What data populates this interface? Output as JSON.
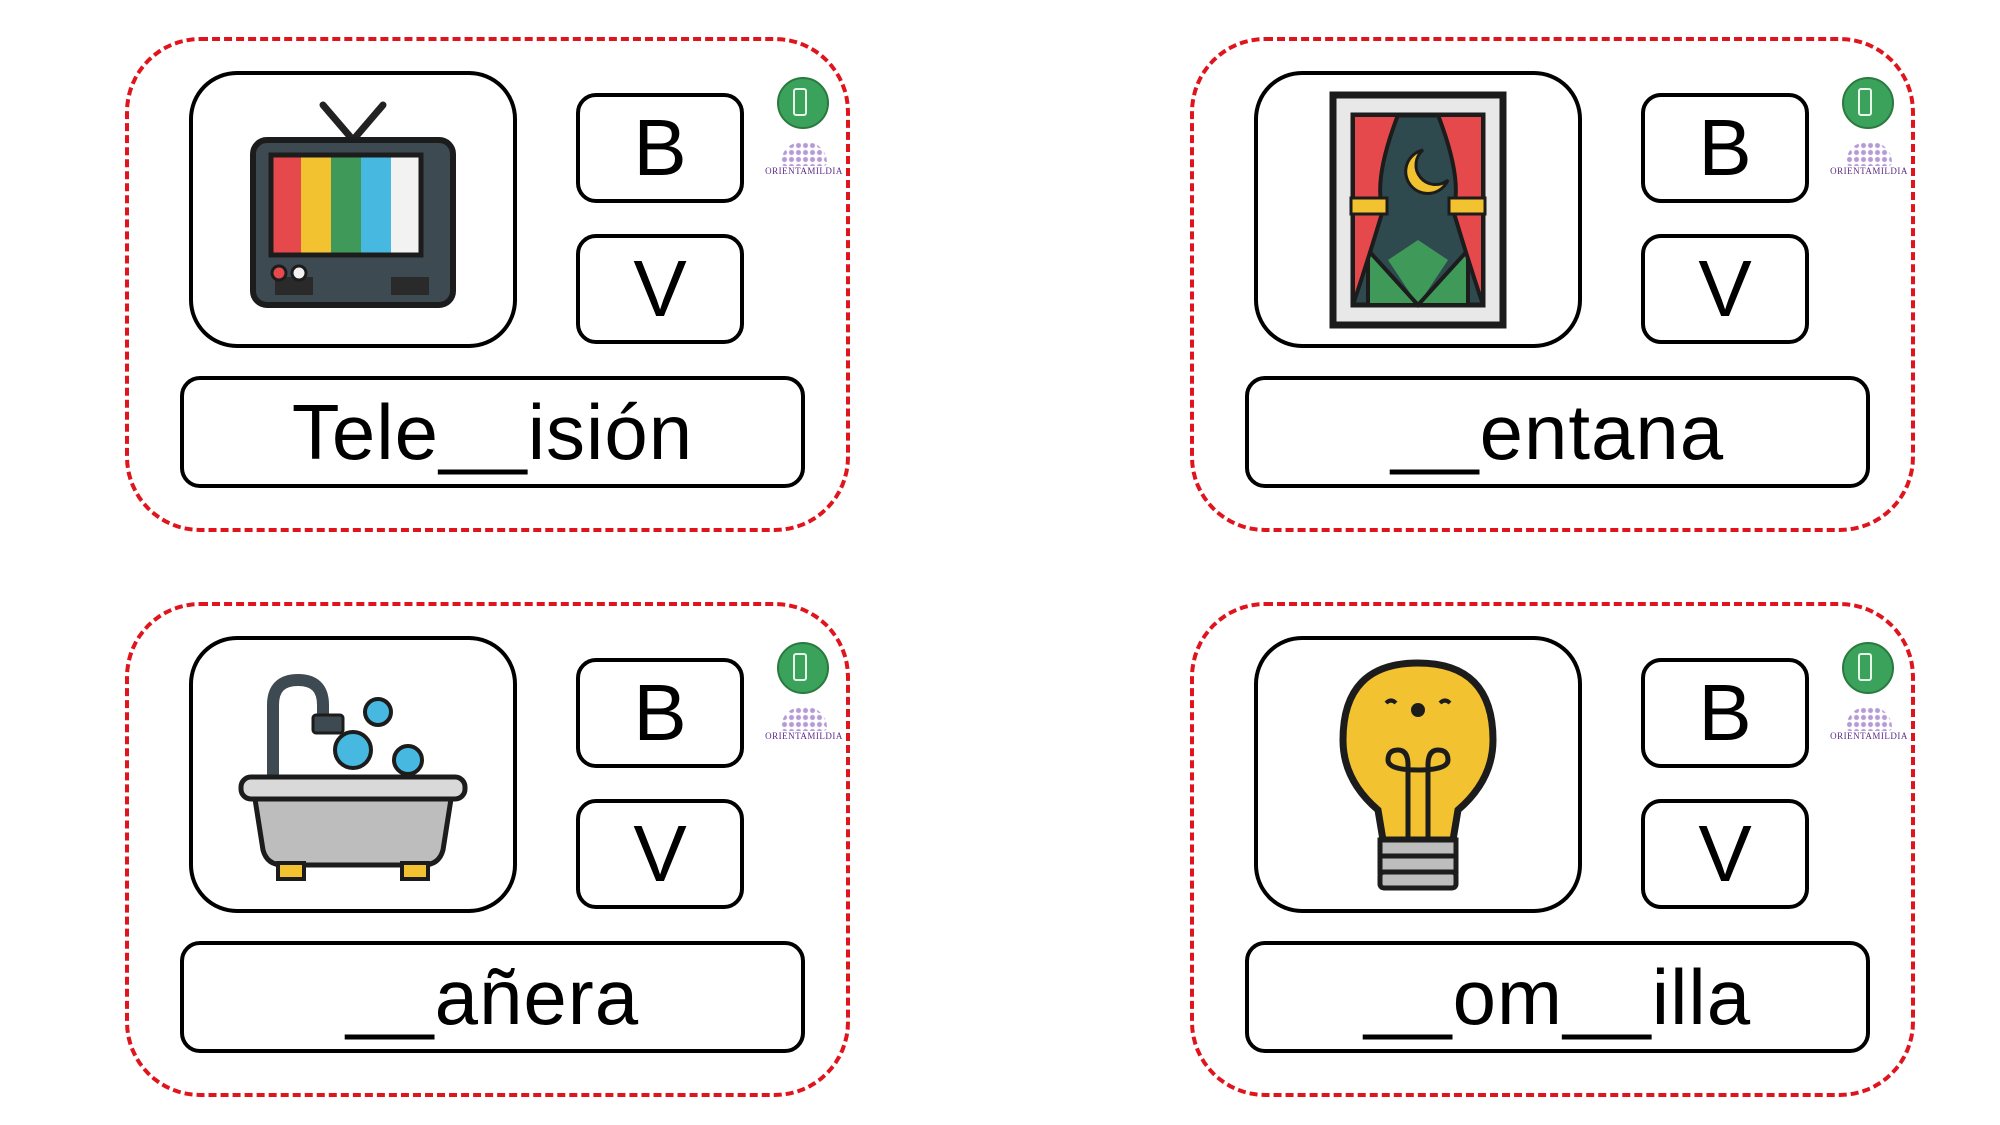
{
  "cards": [
    {
      "picture_icon": "television-icon",
      "option_b": "B",
      "option_v": "V",
      "word": "Tele__isión"
    },
    {
      "picture_icon": "window-icon",
      "option_b": "B",
      "option_v": "V",
      "word": "__entana"
    },
    {
      "picture_icon": "bathtub-icon",
      "option_b": "B",
      "option_v": "V",
      "word": "__añera"
    },
    {
      "picture_icon": "light-bulb-icon",
      "option_b": "B",
      "option_v": "V",
      "word": "__om__illa"
    }
  ],
  "logos": {
    "green_logo_icon": "green-badge-logo",
    "purple_logo_text": "ORIENTAMILDIA"
  },
  "colors": {
    "card_border": "#e0141c",
    "box_border": "#000000"
  }
}
